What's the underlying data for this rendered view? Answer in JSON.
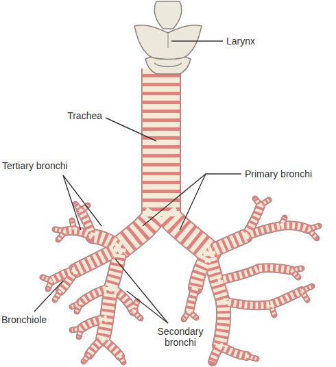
{
  "diagram": {
    "labels": [
      "Larynx",
      "Trachea",
      "Tertiary bronchi",
      "Primary bronchi",
      "Bronchiole",
      "Secondary bronchi"
    ]
  }
}
